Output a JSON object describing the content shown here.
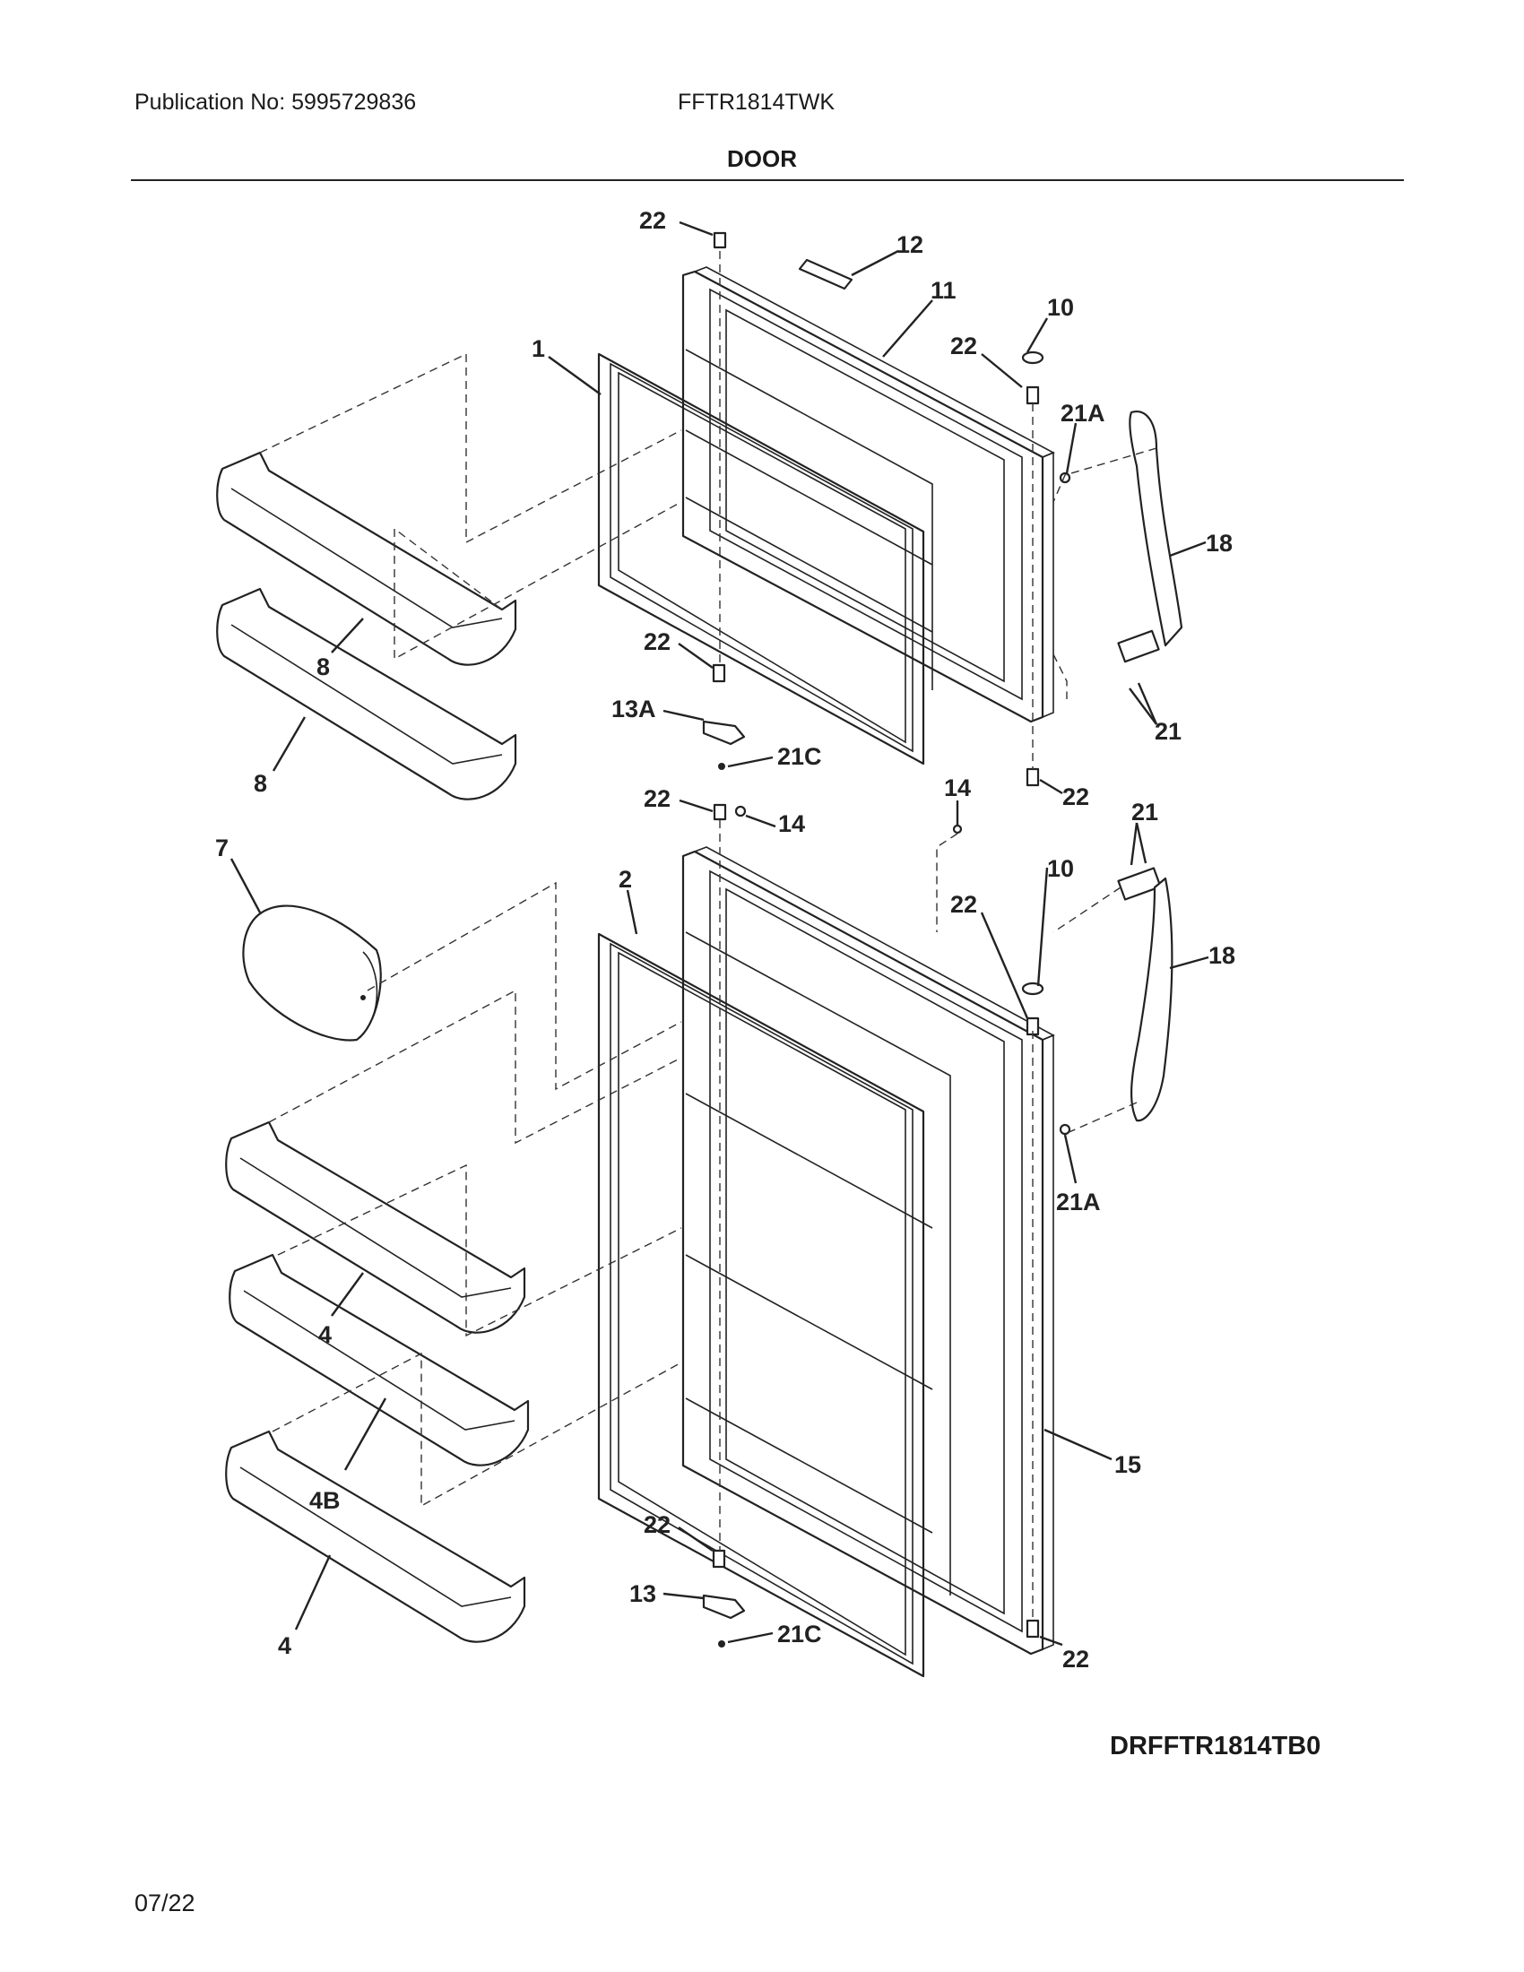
{
  "header": {
    "publication": "Publication No: 5995729836",
    "model": "FFTR1814TWK",
    "title": "DOOR"
  },
  "footer": {
    "drawing_code": "DRFFTR1814TB0",
    "date": "07/22"
  },
  "callouts": [
    {
      "label": "22"
    },
    {
      "label": "12"
    },
    {
      "label": "11"
    },
    {
      "label": "10"
    },
    {
      "label": "1"
    },
    {
      "label": "22"
    },
    {
      "label": "21A"
    },
    {
      "label": "18"
    },
    {
      "label": "8"
    },
    {
      "label": "22"
    },
    {
      "label": "13A"
    },
    {
      "label": "21C"
    },
    {
      "label": "21"
    },
    {
      "label": "8"
    },
    {
      "label": "22"
    },
    {
      "label": "22"
    },
    {
      "label": "14"
    },
    {
      "label": "14"
    },
    {
      "label": "21"
    },
    {
      "label": "7"
    },
    {
      "label": "2"
    },
    {
      "label": "10"
    },
    {
      "label": "22"
    },
    {
      "label": "18"
    },
    {
      "label": "21A"
    },
    {
      "label": "4"
    },
    {
      "label": "4B"
    },
    {
      "label": "15"
    },
    {
      "label": "22"
    },
    {
      "label": "13"
    },
    {
      "label": "21C"
    },
    {
      "label": "22"
    },
    {
      "label": "4"
    }
  ]
}
